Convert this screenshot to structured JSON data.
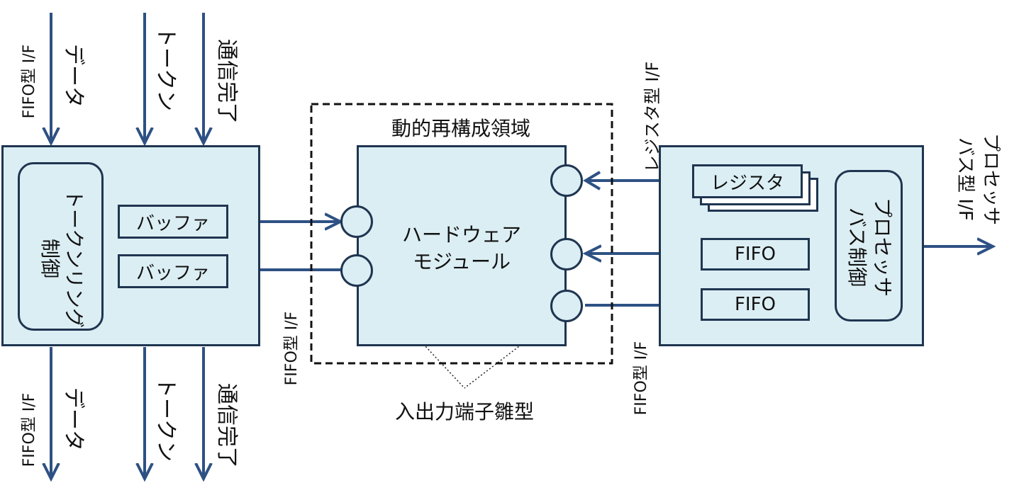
{
  "left_block": {
    "token_ring_label_line1": "トークンリング",
    "token_ring_label_line2": "制御",
    "buffer_top": "バッファ",
    "buffer_bottom": "バッファ",
    "top_inputs": {
      "fifo_if": "FIFO型 I/F",
      "data": "データ",
      "token": "トークン",
      "done": "通信完了"
    },
    "bottom_outputs": {
      "fifo_if": "FIFO型 I/F",
      "data": "データ",
      "token": "トークン",
      "done": "通信完了"
    }
  },
  "center_block": {
    "region_label": "動的再構成領域",
    "module_line1": "ハードウェア",
    "module_line2": "モジュール",
    "left_if_label": "FIFO型 I/F",
    "bottom_label": "入出力端子雛型"
  },
  "right_block": {
    "register_if_label": "レジスタ型 I/F",
    "fifo_if_label": "FIFO型 I/F",
    "register_label": "レジスタ",
    "fifo1": "FIFO",
    "fifo2": "FIFO",
    "proc_ctrl_line1": "プロセッサ",
    "proc_ctrl_line2": "バス制御",
    "proc_if_line1": "プロセッサ",
    "proc_if_line2": "バス型 I/F"
  },
  "colors": {
    "panel_fill": "#dbeef4",
    "border": "#1f3550",
    "arrow": "#2e5184"
  }
}
